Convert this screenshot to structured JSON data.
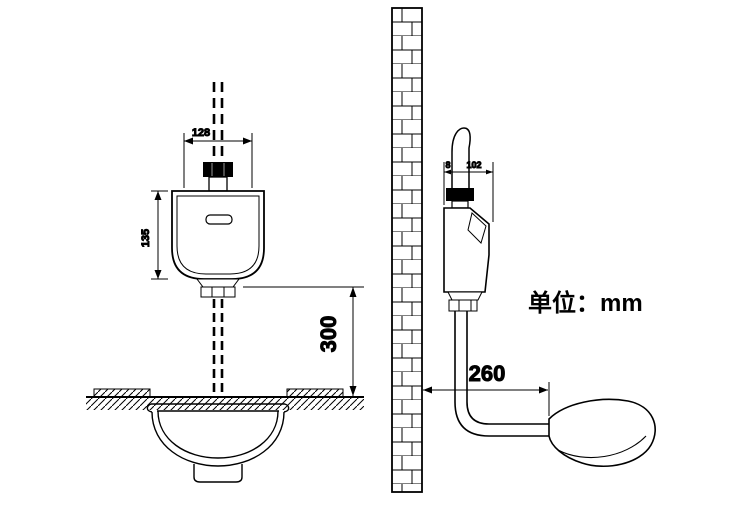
{
  "diagram": {
    "unit_note": "单位：mm",
    "front_view": {
      "width_dim": "128",
      "height_dim": "135",
      "drop_dim": "300"
    },
    "side_view": {
      "depth_dim": "102",
      "small_dim": "8",
      "offset_dim": "260"
    }
  }
}
